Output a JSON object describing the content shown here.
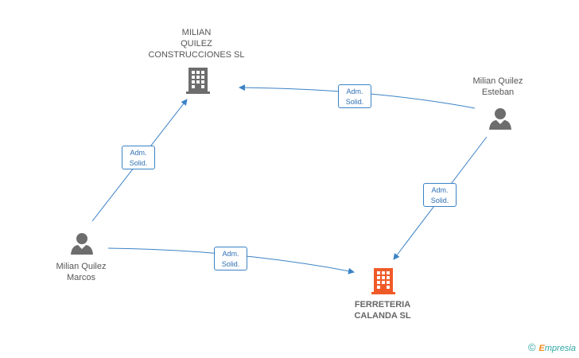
{
  "nodes": {
    "milian_quilez_construcciones": {
      "label": "MILIAN\nQUILEZ\nCONSTRUCCIONES SL",
      "icon": "building-icon",
      "color": "#666666"
    },
    "ferreteria_calanda": {
      "label": "FERRETERIA\nCALANDA SL",
      "icon": "building-icon",
      "color": "#f05a28"
    },
    "milian_quilez_esteban": {
      "label": "Milian Quilez\nEsteban",
      "icon": "person-icon",
      "color": "#666666"
    },
    "milian_quilez_marcos": {
      "label": "Milian Quilez\nMarcos",
      "icon": "person-icon",
      "color": "#666666"
    }
  },
  "edges": [
    {
      "from": "Milian Quilez Marcos",
      "to": "MILIAN QUILEZ CONSTRUCCIONES SL",
      "label": "Adm.\nSolid."
    },
    {
      "from": "Milian Quilez Esteban",
      "to": "MILIAN QUILEZ CONSTRUCCIONES SL",
      "label": "Adm.\nSolid."
    },
    {
      "from": "Milian Quilez Esteban",
      "to": "FERRETERIA CALANDA SL",
      "label": "Adm.\nSolid."
    },
    {
      "from": "Milian Quilez Marcos",
      "to": "FERRETERIA CALANDA SL",
      "label": "Adm.\nSolid."
    }
  ],
  "edge_color": "#3b82c6",
  "watermark": {
    "symbol": "©",
    "brand_initial": "E",
    "brand_rest": "mpresia"
  }
}
